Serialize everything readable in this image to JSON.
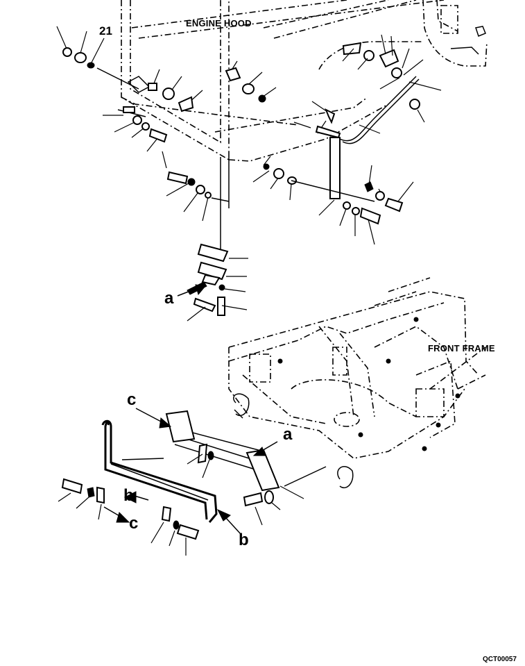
{
  "labels": {
    "engine_hood": "ENGINE HOOD",
    "front_frame": "FRONT FRAME",
    "part_number": "21",
    "drawing_code": "QCT00057",
    "ref_a": "a",
    "ref_b": "b",
    "ref_c": "c"
  }
}
